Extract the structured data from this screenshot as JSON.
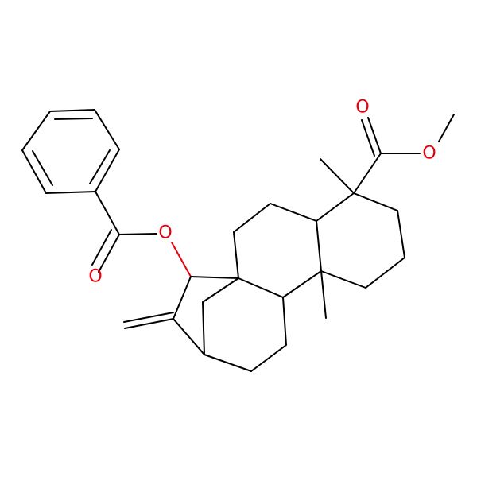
{
  "colors": {
    "bond": "#000000",
    "oxygen": "#e8000b",
    "background": "#ffffff"
  },
  "atoms": {
    "o_ester_carbonyl": "O",
    "o_ester_single": "O",
    "o_benzoate_single": "O",
    "o_benzoate_carbonyl": "O"
  }
}
